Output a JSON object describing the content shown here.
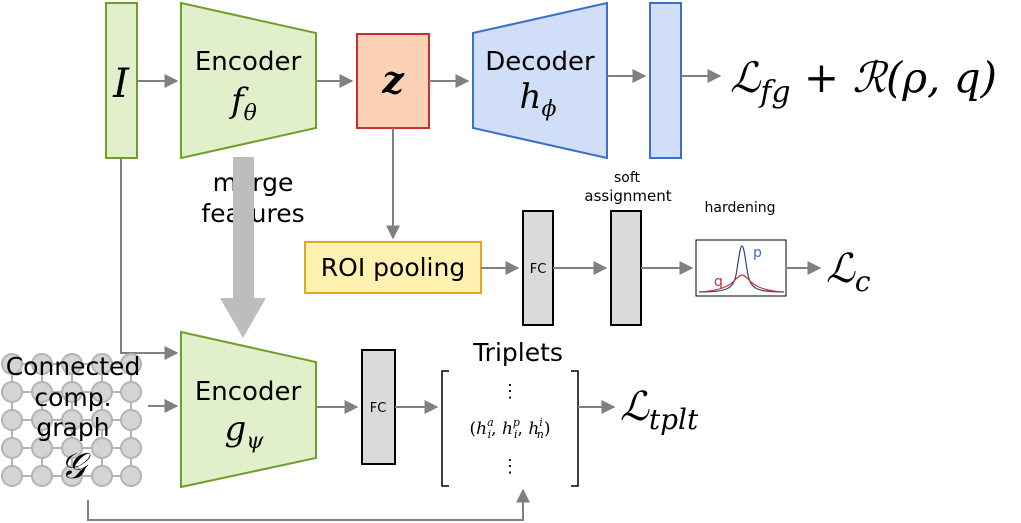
{
  "input_image": {
    "symbol": "I"
  },
  "encoder_top": {
    "label": "Encoder",
    "symbol": "f",
    "subscript": "θ"
  },
  "latent": {
    "symbol": "z"
  },
  "decoder": {
    "label": "Decoder",
    "symbol": "h",
    "subscript": "ϕ"
  },
  "loss_fg": {
    "main": "ℒ",
    "sub": "fg",
    "rest": " + ℛ(ρ, q)"
  },
  "merge_features": {
    "line1": "merge",
    "line2": "features"
  },
  "roi_pooling": {
    "label": "ROI pooling"
  },
  "fc_top": {
    "label": "FC"
  },
  "soft_assignment": {
    "line1": "soft",
    "line2": "assignment"
  },
  "hardening": {
    "label": "hardening",
    "p": "p",
    "q": "q"
  },
  "loss_c": {
    "main": "ℒ",
    "sub": "c"
  },
  "graph": {
    "line1": "Connected",
    "line2": "comp.",
    "line3": "graph",
    "symbol": "𝒢"
  },
  "encoder_bottom": {
    "label": "Encoder",
    "symbol": "g",
    "subscript": "ψ"
  },
  "fc_bottom": {
    "label": "FC"
  },
  "triplets": {
    "title": "Triplets",
    "dots": "⋮",
    "h": "h",
    "sub": "i",
    "sup_a": "a",
    "sup_p": "p",
    "sup_i": "i",
    "sub_n": "n"
  },
  "loss_tplt": {
    "main": "ℒ",
    "sub": "tplt"
  },
  "colors": {
    "green_fill": "#e2efcb",
    "green_stroke": "#6f9e2a",
    "orange_fill": "#fbd1b6",
    "orange_stroke": "#c9302c",
    "blue_fill": "#d1def7",
    "blue_stroke": "#3a6fcb",
    "yellow_fill": "#fff1b0",
    "yellow_stroke": "#e8a525",
    "gray_fill": "#d9d9d9",
    "arrow": "#808080"
  }
}
